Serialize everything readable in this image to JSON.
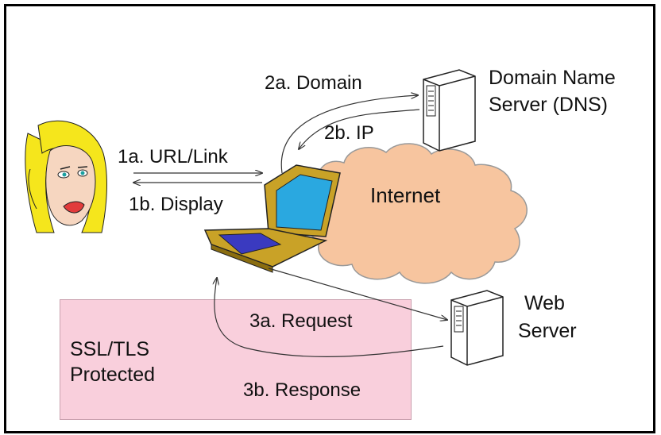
{
  "labels": {
    "step_1a": "1a. URL/Link",
    "step_1b": "1b. Display",
    "step_2a": "2a. Domain",
    "step_2b": "2b. IP",
    "step_3a": "3a. Request",
    "step_3b": "3b. Response",
    "internet": "Internet",
    "dns_line1": "Domain Name",
    "dns_line2": "Server (DNS)",
    "web_line1": "Web",
    "web_line2": "Server",
    "ssl_line1": "SSL/TLS",
    "ssl_line2": "Protected"
  },
  "colors": {
    "ssl_fill": "#f9cfdc",
    "cloud_fill": "#f7c59f",
    "laptop_body": "#c9a227",
    "laptop_screen": "#2aa8e0",
    "hair": "#f5e61c"
  },
  "icons": {
    "user": "user-face-icon",
    "laptop": "laptop-icon",
    "dns": "server-tower-icon",
    "web": "server-tower-icon",
    "cloud": "cloud-icon"
  }
}
